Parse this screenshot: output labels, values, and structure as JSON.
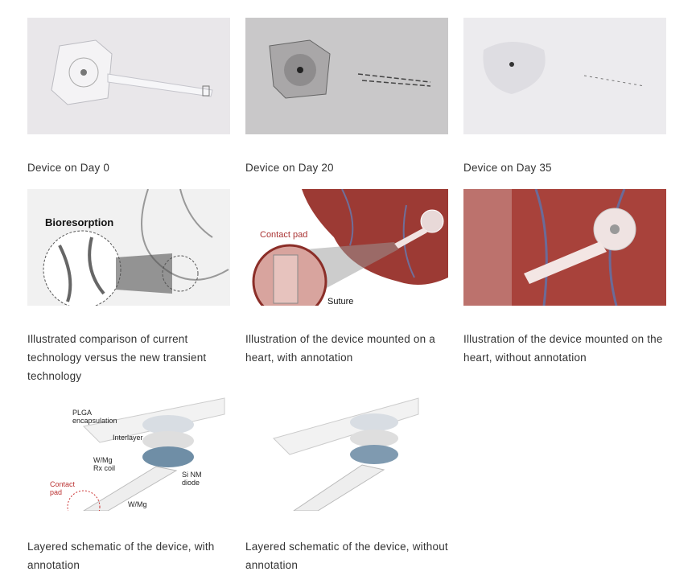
{
  "gallery": [
    {
      "caption": "Device on Day 0"
    },
    {
      "caption": "Device on Day 20"
    },
    {
      "caption": "Device on Day 35"
    },
    {
      "caption": "Illustrated comparison of current technology versus the new transient technology",
      "labels": {
        "title": "Bioresorption"
      }
    },
    {
      "caption": "Illustration of the device mounted on a heart, with annotation",
      "labels": {
        "contact_pad": "Contact pad",
        "suture": "Suture"
      }
    },
    {
      "caption": "Illustration of the device mounted on the heart, without annotation"
    },
    {
      "caption": "Layered schematic of the device, with annotation",
      "labels": {
        "plga": "PLGA",
        "encapsulation": "encapsulation",
        "interlayer": "Interlayer",
        "wmg": "W/Mg",
        "rx_coil": "Rx coil",
        "si_nm": "Si NM",
        "diode": "diode",
        "contact": "Contact",
        "pad": "pad",
        "wmg2": "W/Mg"
      }
    },
    {
      "caption": "Layered schematic of the device, without annotation"
    }
  ]
}
